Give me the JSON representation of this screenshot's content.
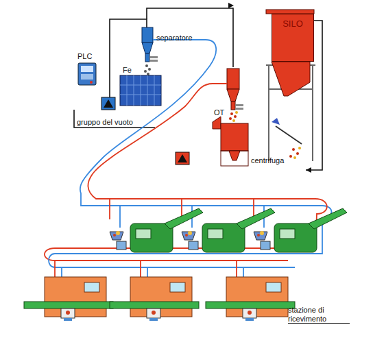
{
  "diagram": {
    "nodes": [
      {
        "text": [
          "SILO"
        ]
      }
    ],
    "labels": [
      "PLC",
      "separatore",
      "Fe",
      "gruppo del vuoto",
      "OT",
      "centrifuga",
      "stazione di ricevimento"
    ]
  }
}
